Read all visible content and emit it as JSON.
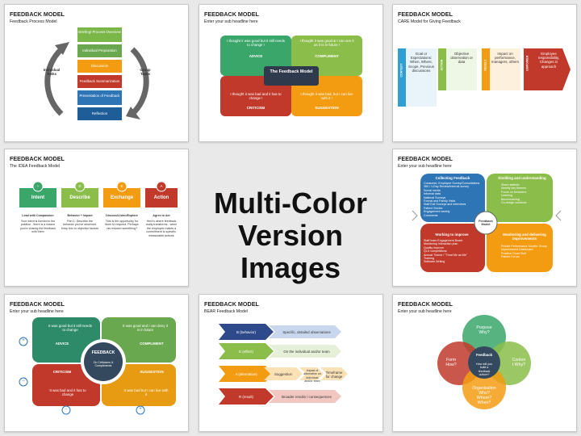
{
  "center": {
    "line1": "Multi-Color",
    "line2": "Version Images"
  },
  "colors": {
    "green": "#7ab648",
    "blue": "#2e75b6",
    "red": "#c0392b",
    "orange": "#f39c12",
    "yellow": "#f1c232"
  },
  "slide1": {
    "title": "FEEDBACK MODEL",
    "subtitle": "Feedback Process Model",
    "left_label": "Individual\nTasks",
    "right_label": "Group\nTasks",
    "steps": [
      "Briefing/ Process Overview",
      "Individual Preparation",
      "Discussion",
      "Feedback Summarization",
      "Presentation of Feedback",
      "Reflection"
    ]
  },
  "slide2": {
    "title": "FEEDBACK MODEL",
    "subtitle": "Enter your sub headline here",
    "tl_text": "I thought it was good but it still needs to change !",
    "tl_label": "ADVICE",
    "tr_text": "I thought it was good & I can see it as it is in future !",
    "tr_label": "COMPLIMENT",
    "bl_text": "I thought it was bad and it has to change !",
    "bl_label": "CRITICISM",
    "br_text": "I thought it was bad, but I can live with it !",
    "br_label": "SUGGESTION",
    "center": "The Feedback Model"
  },
  "slide3": {
    "title": "FEEDBACK MODEL",
    "subtitle": "CARE Model for Giving Feedback",
    "steps": [
      {
        "label": "CONTEXT",
        "text": "Goal or Expectations: When, Where, Scope, Previous discussions"
      },
      {
        "label": "ACTION",
        "text": "Objective observation or data"
      },
      {
        "label": "RESULT",
        "text": "Impact on performance, managers, others"
      },
      {
        "label": "EMPOWER",
        "text": "Employee responsibility, Changes in approach"
      }
    ]
  },
  "slide4": {
    "title": "FEEDBACK MODEL",
    "subtitle": "The IDEA Feedback Model",
    "items": [
      {
        "letter": "I",
        "name": "Intent",
        "head": "Lead with Compassion",
        "text": "Your intent is formed in the position - there is a reason you're sharing the feedback with them"
      },
      {
        "letter": "D",
        "name": "Describe",
        "head": "Behavior + Impact",
        "text": "Part 1: Describe the behavior you've observed. Keep this to objective factors"
      },
      {
        "letter": "E",
        "name": "Exchange",
        "head": "Discuss/Listen/Explore",
        "text": "This is the opportunity for them to respond. Perhaps via reduced something?"
      },
      {
        "letter": "A",
        "name": "Action",
        "head": "Agree to Act",
        "text": "Here's where feedback really transforms - when the employee makes a commitment to specific, measurable actions"
      }
    ]
  },
  "slide5": {
    "title": "FEEDBACK MODEL",
    "subtitle": "Enter your sub headline here",
    "center": "Feedback Model",
    "quads": [
      {
        "name": "Collecting Feedback",
        "items": [
          "Consumer, Employee Survey/Consultations",
          "360 / 1-Day Review/Internal survey",
          "Social media",
          "Informal data",
          "National Surveys",
          "Formal and Family Visits",
          "Staff Exit Surveys and interviews",
          "Patient Stories",
          "Engagement weekly",
          "Comments"
        ]
      },
      {
        "name": "Distilling and understanding",
        "items": [
          "Share statistic",
          "Identify key themes",
          "Focus on behaviors",
          "Learning",
          "Benchmarking",
          "Co-design solutions"
        ]
      },
      {
        "name": "Working to improve",
        "items": [
          "Staff team Engagement Board",
          "Monitoring Interaction plan",
          "Quality Improve",
          "QLD competitions",
          "Annual Theme / \"Treat Me as Me\"",
          "Training",
          "Software Writing"
        ]
      },
      {
        "name": "Monitoring and delivering improvements",
        "items": [
          "Private Performance Monitor Group",
          "Improvement Dashboard",
          "Practice Good Stuff",
          "Patient Forum"
        ]
      }
    ]
  },
  "slide6": {
    "title": "FEEDBACK MODEL",
    "subtitle": "Enter your sub headline here",
    "center_title": "FEEDBACK",
    "center_sub": "On Criticisms & Compliments",
    "tl_text": "It was good but it still needs to change",
    "tl_label": "ADVICE",
    "tr_text": "It was good and I can deny it is in future",
    "tr_label": "COMPLIMENT",
    "bl_label": "CRITICISM",
    "bl_text": "It was bad and it has to change",
    "br_label": "SUGGESTION",
    "br_text": "It was bad but I can live with it"
  },
  "slide7": {
    "title": "FEEDBACK MODEL",
    "subtitle": "BEAR Feedback Model",
    "rows": [
      {
        "label": "B (behavior)",
        "text": "Specific, detailed observations"
      },
      {
        "label": "E (effect)",
        "text": "On the individual and/or team"
      },
      {
        "label": "A (alternative)",
        "text": "Suggestion",
        "text2": "Impact of alternative on individual and/or team",
        "text3": "Timeframe for change"
      },
      {
        "label": "R (result)",
        "text": "Broader results / consequences"
      }
    ]
  },
  "slide8": {
    "title": "FEEDBACK MODEL",
    "subtitle": "Enter your sub headline here",
    "center": "Feedback",
    "center_sub": "How will you build a feedback culture?",
    "top": "Purpose\nWhy?",
    "left": "Form\nHow?",
    "right": "Conten\nt Why?",
    "bottom": "Organisation\nWho?\nWhere?\nWhen?"
  }
}
